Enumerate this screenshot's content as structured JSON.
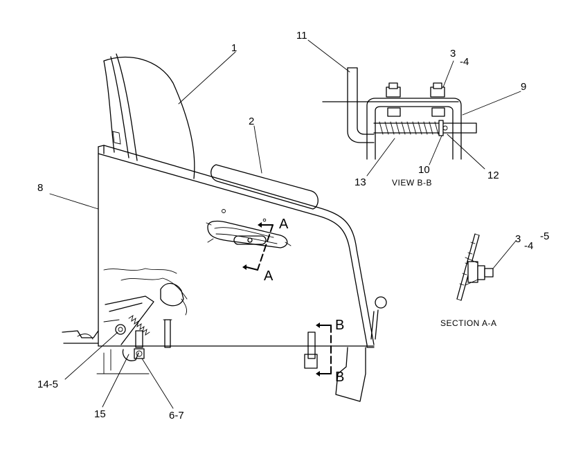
{
  "callouts": {
    "c1": "1",
    "c2": "2",
    "c3_top": "3",
    "c4_top": "-4",
    "c9": "9",
    "c10": "10",
    "c11": "11",
    "c12": "12",
    "c13": "13",
    "c8": "8",
    "c3_sec": "3",
    "c4_sec": "-4",
    "c5_sec": "-5",
    "c14": "14-5",
    "c15": "15",
    "c6": "6-7"
  },
  "section_marks": {
    "a_top": "A",
    "a_bottom": "A",
    "b_top": "B",
    "b_bottom": "B"
  },
  "captions": {
    "view_bb": "VIEW B-B",
    "section_aa": "SECTION A-A"
  }
}
